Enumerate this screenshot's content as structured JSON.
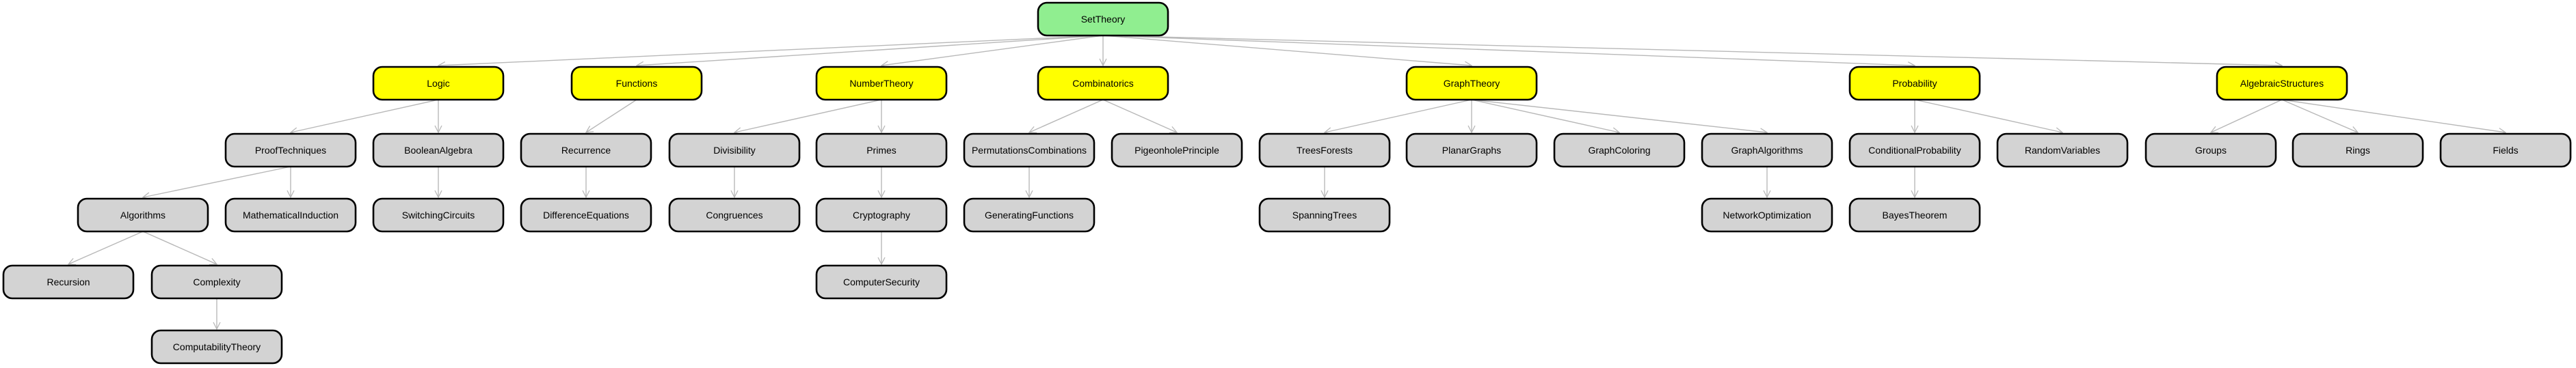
{
  "colors": {
    "root": "#90ee90",
    "category": "#ffff00",
    "topic": "#d3d3d3",
    "edge": "#b8b8b8",
    "border": "#000000"
  },
  "nodes": {
    "SetTheory": {
      "label": "SetTheory",
      "kind": "root"
    },
    "Logic": {
      "label": "Logic",
      "kind": "category"
    },
    "Functions": {
      "label": "Functions",
      "kind": "category"
    },
    "NumberTheory": {
      "label": "NumberTheory",
      "kind": "category"
    },
    "Combinatorics": {
      "label": "Combinatorics",
      "kind": "category"
    },
    "GraphTheory": {
      "label": "GraphTheory",
      "kind": "category"
    },
    "Probability": {
      "label": "Probability",
      "kind": "category"
    },
    "AlgebraicStructures": {
      "label": "AlgebraicStructures",
      "kind": "category"
    },
    "ProofTechniques": {
      "label": "ProofTechniques",
      "kind": "topic"
    },
    "BooleanAlgebra": {
      "label": "BooleanAlgebra",
      "kind": "topic"
    },
    "Recurrence": {
      "label": "Recurrence",
      "kind": "topic"
    },
    "Divisibility": {
      "label": "Divisibility",
      "kind": "topic"
    },
    "Primes": {
      "label": "Primes",
      "kind": "topic"
    },
    "PermutationsCombinations": {
      "label": "PermutationsCombinations",
      "kind": "topic"
    },
    "PigeonholePrinciple": {
      "label": "PigeonholePrinciple",
      "kind": "topic"
    },
    "TreesForests": {
      "label": "TreesForests",
      "kind": "topic"
    },
    "PlanarGraphs": {
      "label": "PlanarGraphs",
      "kind": "topic"
    },
    "GraphColoring": {
      "label": "GraphColoring",
      "kind": "topic"
    },
    "GraphAlgorithms": {
      "label": "GraphAlgorithms",
      "kind": "topic"
    },
    "ConditionalProbability": {
      "label": "ConditionalProbability",
      "kind": "topic"
    },
    "RandomVariables": {
      "label": "RandomVariables",
      "kind": "topic"
    },
    "Groups": {
      "label": "Groups",
      "kind": "topic"
    },
    "Rings": {
      "label": "Rings",
      "kind": "topic"
    },
    "Fields": {
      "label": "Fields",
      "kind": "topic"
    },
    "Algorithms": {
      "label": "Algorithms",
      "kind": "topic"
    },
    "MathematicalInduction": {
      "label": "MathematicalInduction",
      "kind": "topic"
    },
    "SwitchingCircuits": {
      "label": "SwitchingCircuits",
      "kind": "topic"
    },
    "DifferenceEquations": {
      "label": "DifferenceEquations",
      "kind": "topic"
    },
    "Congruences": {
      "label": "Congruences",
      "kind": "topic"
    },
    "Cryptography": {
      "label": "Cryptography",
      "kind": "topic"
    },
    "GeneratingFunctions": {
      "label": "GeneratingFunctions",
      "kind": "topic"
    },
    "SpanningTrees": {
      "label": "SpanningTrees",
      "kind": "topic"
    },
    "NetworkOptimization": {
      "label": "NetworkOptimization",
      "kind": "topic"
    },
    "BayesTheorem": {
      "label": "BayesTheorem",
      "kind": "topic"
    },
    "Recursion": {
      "label": "Recursion",
      "kind": "topic"
    },
    "Complexity": {
      "label": "Complexity",
      "kind": "topic"
    },
    "ComputerSecurity": {
      "label": "ComputerSecurity",
      "kind": "topic"
    },
    "ComputabilityTheory": {
      "label": "ComputabilityTheory",
      "kind": "topic"
    }
  },
  "edges": [
    [
      "SetTheory",
      "Logic"
    ],
    [
      "SetTheory",
      "Functions"
    ],
    [
      "SetTheory",
      "NumberTheory"
    ],
    [
      "SetTheory",
      "Combinatorics"
    ],
    [
      "SetTheory",
      "GraphTheory"
    ],
    [
      "SetTheory",
      "Probability"
    ],
    [
      "SetTheory",
      "AlgebraicStructures"
    ],
    [
      "Logic",
      "ProofTechniques"
    ],
    [
      "Logic",
      "BooleanAlgebra"
    ],
    [
      "Functions",
      "Recurrence"
    ],
    [
      "NumberTheory",
      "Divisibility"
    ],
    [
      "NumberTheory",
      "Primes"
    ],
    [
      "Combinatorics",
      "PermutationsCombinations"
    ],
    [
      "Combinatorics",
      "PigeonholePrinciple"
    ],
    [
      "GraphTheory",
      "TreesForests"
    ],
    [
      "GraphTheory",
      "PlanarGraphs"
    ],
    [
      "GraphTheory",
      "GraphColoring"
    ],
    [
      "GraphTheory",
      "GraphAlgorithms"
    ],
    [
      "Probability",
      "ConditionalProbability"
    ],
    [
      "Probability",
      "RandomVariables"
    ],
    [
      "AlgebraicStructures",
      "Groups"
    ],
    [
      "AlgebraicStructures",
      "Rings"
    ],
    [
      "AlgebraicStructures",
      "Fields"
    ],
    [
      "ProofTechniques",
      "Algorithms"
    ],
    [
      "ProofTechniques",
      "MathematicalInduction"
    ],
    [
      "BooleanAlgebra",
      "SwitchingCircuits"
    ],
    [
      "Recurrence",
      "DifferenceEquations"
    ],
    [
      "Divisibility",
      "Congruences"
    ],
    [
      "Primes",
      "Cryptography"
    ],
    [
      "PermutationsCombinations",
      "GeneratingFunctions"
    ],
    [
      "TreesForests",
      "SpanningTrees"
    ],
    [
      "GraphAlgorithms",
      "NetworkOptimization"
    ],
    [
      "ConditionalProbability",
      "BayesTheorem"
    ],
    [
      "Algorithms",
      "Recursion"
    ],
    [
      "Algorithms",
      "Complexity"
    ],
    [
      "Cryptography",
      "ComputerSecurity"
    ],
    [
      "Complexity",
      "ComputabilityTheory"
    ]
  ]
}
